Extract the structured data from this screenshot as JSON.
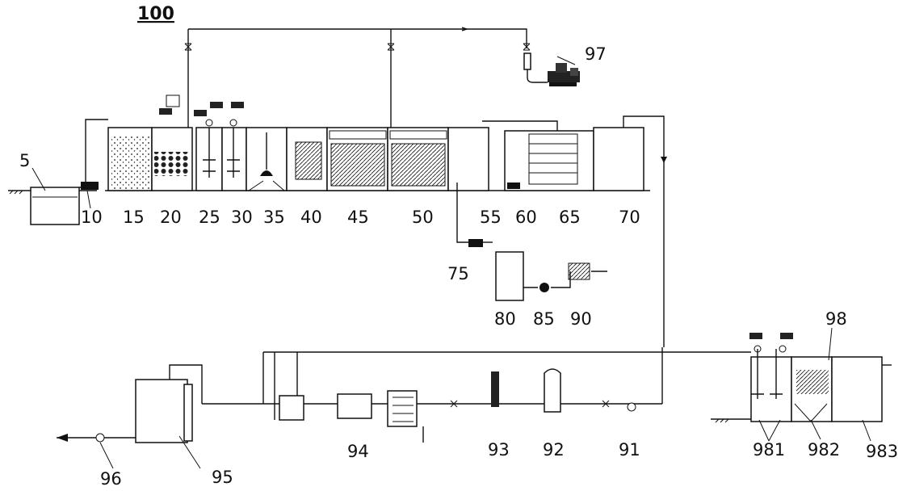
{
  "diagram": {
    "title": "100",
    "labels": [
      "5",
      "10",
      "15",
      "20",
      "25",
      "30",
      "35",
      "40",
      "45",
      "50",
      "55",
      "60",
      "65",
      "70",
      "75",
      "80",
      "85",
      "90",
      "97",
      "98",
      "981",
      "982",
      "983",
      "91",
      "92",
      "93",
      "94",
      "95",
      "96"
    ]
  }
}
